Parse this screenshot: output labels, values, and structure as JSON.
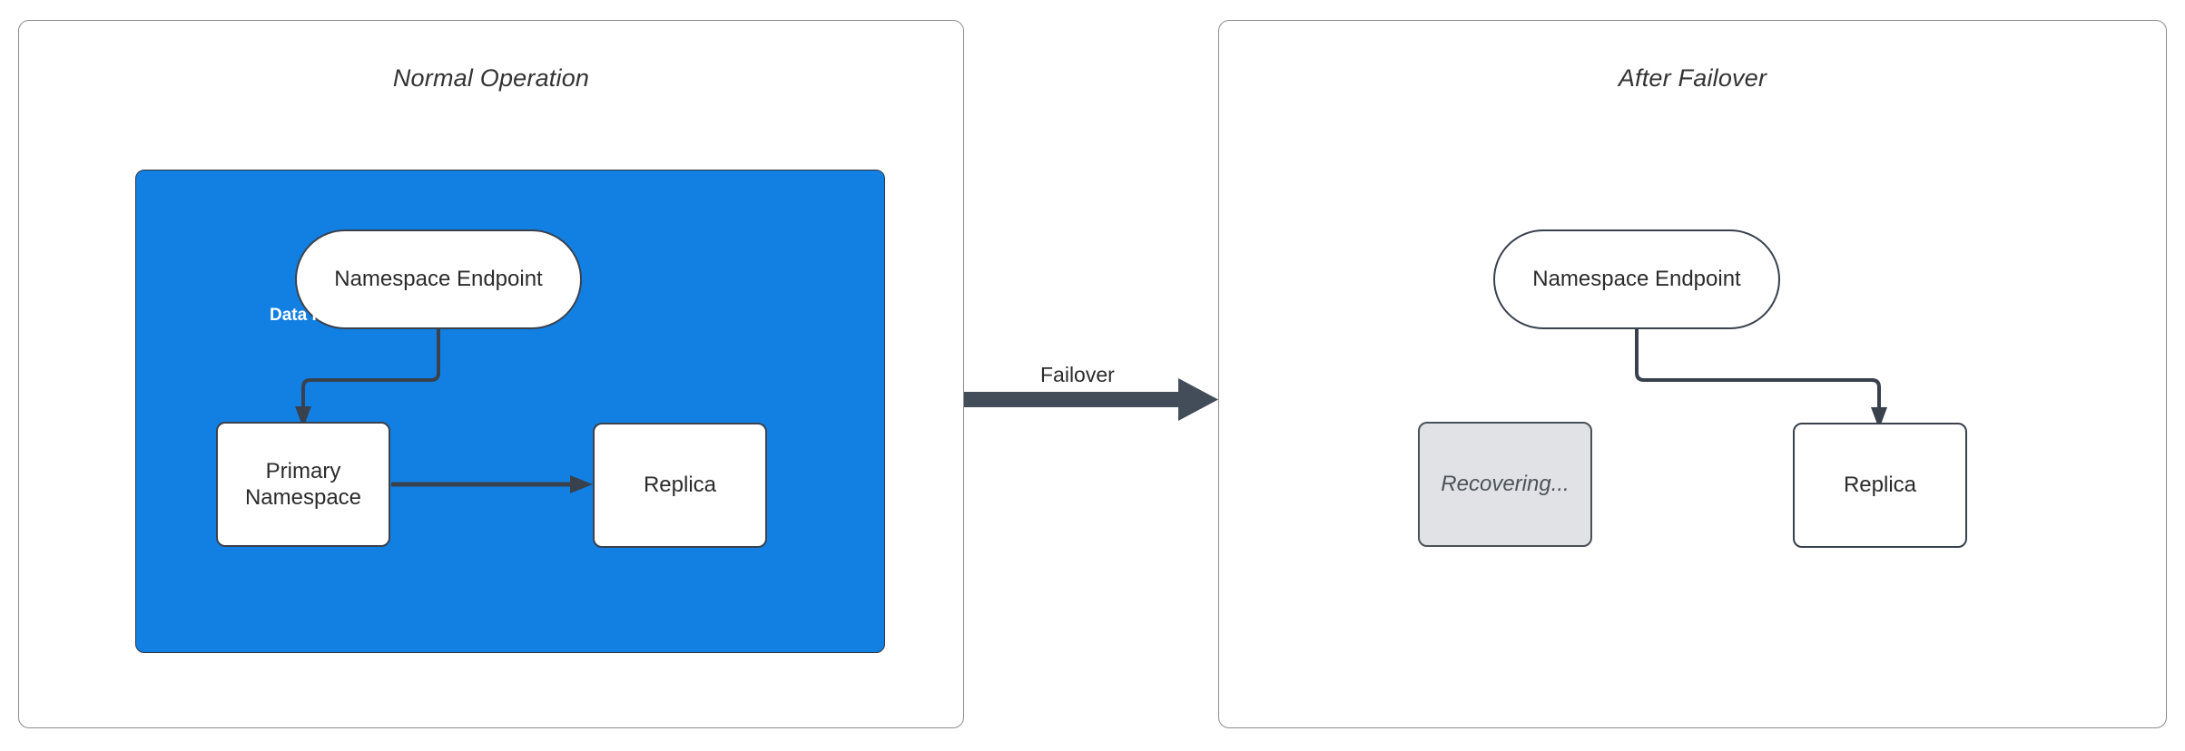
{
  "diagram": {
    "title_left": "Normal Operation",
    "title_right": "After Failover",
    "colors": {
      "blue_region": "#1280E3",
      "node_stroke": "#39414d",
      "node_fill": "#ffffff",
      "muted_fill": "#e0e2e5",
      "muted_text": "#4d5358",
      "connector": "#39414d",
      "failover_arrow": "#434d5a",
      "panel_border": "#8c8c8c",
      "title_text": "#333333",
      "replication_label": "#ffffff"
    }
  },
  "panels": [
    {
      "id": "normal-operation",
      "title": "Normal Operation",
      "nodes": [
        {
          "id": "namespace-endpoint-left",
          "label": "Namespace Endpoint",
          "shape": "capsule",
          "state": "active"
        },
        {
          "id": "primary-namespace",
          "label": "Primary\nNamespace",
          "line1": "Primary",
          "line2": "Namespace",
          "shape": "rect",
          "state": "active"
        },
        {
          "id": "replica-left",
          "label": "Replica",
          "shape": "rect",
          "state": "active"
        }
      ],
      "edges": [
        {
          "id": "endpoint-to-primary",
          "from": "namespace-endpoint-left",
          "to": "primary-namespace",
          "label": "",
          "style": "orthogonal-arrow"
        },
        {
          "id": "primary-to-replica",
          "from": "primary-namespace",
          "to": "replica-left",
          "label": "Data Replication",
          "style": "straight-arrow"
        }
      ]
    },
    {
      "id": "after-failover",
      "title": "After Failover",
      "nodes": [
        {
          "id": "namespace-endpoint-right",
          "label": "Namespace Endpoint",
          "shape": "capsule",
          "state": "active"
        },
        {
          "id": "recovering",
          "label": "Recovering...",
          "shape": "rect",
          "state": "recovering"
        },
        {
          "id": "replica-right",
          "label": "Replica",
          "shape": "rect",
          "state": "active"
        }
      ],
      "edges": [
        {
          "id": "endpoint-to-replica",
          "from": "namespace-endpoint-right",
          "to": "replica-right",
          "label": "",
          "style": "orthogonal-arrow"
        }
      ]
    }
  ],
  "transition": {
    "id": "failover-transition",
    "label": "Failover",
    "from_panel": "normal-operation",
    "to_panel": "after-failover"
  }
}
